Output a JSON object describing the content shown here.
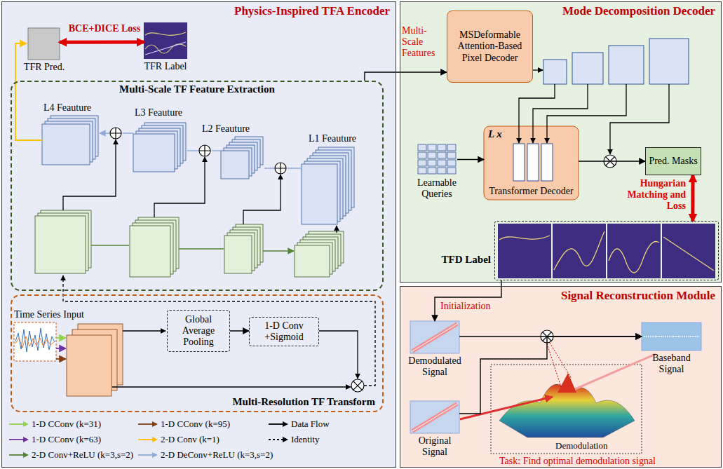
{
  "diagram": {
    "nodes": [
      {
        "text": [
          "Physics-Inspired TFA Encoder"
        ]
      },
      {
        "text": [
          "TFR Pred."
        ],
        "in": 0
      },
      {
        "text": [
          "TFR Label"
        ],
        "in": 0
      },
      {
        "text": [
          "Multi-Scale TF Feature Extraction"
        ],
        "in": 0
      },
      {
        "text": [
          "Multi-Resolution TF Transform"
        ],
        "in": 0
      },
      {
        "text": [
          "Time Series Input"
        ],
        "in": 4
      },
      {
        "text": [
          "Global Average Pooling"
        ],
        "in": 4
      },
      {
        "text": [
          "1-D Conv +Sigmoid"
        ],
        "in": 4
      },
      {
        "text": [
          "Mode Decomposition Decoder"
        ]
      },
      {
        "text": [
          "MSDeformable Attention-Based Pixel Decoder"
        ],
        "in": 8
      },
      {
        "text": [
          "Learnable Queries"
        ],
        "in": 8
      },
      {
        "text": [
          "L x",
          "Transformer Decoder"
        ],
        "in": 8
      },
      {
        "text": [
          "Pred. Masks"
        ],
        "in": 8
      },
      {
        "text": [
          "TFD Label"
        ],
        "in": 8
      },
      {
        "text": [
          "Signal Reconstruction Module"
        ]
      },
      {
        "text": [
          "Demodulated Signal"
        ],
        "in": 14
      },
      {
        "text": [
          "Original Signal"
        ],
        "in": 14
      },
      {
        "text": [
          "Baseband Signal"
        ],
        "in": 14
      }
    ],
    "edges": [
      {
        "from": 1,
        "to": 2,
        "arrow": "both",
        "label": "BCE+DICE Loss"
      },
      {
        "from": 6,
        "to": 7,
        "arrow": "to"
      },
      {
        "from": 3,
        "to": 9,
        "arrow": "to",
        "label": "Multi-Scale Features"
      },
      {
        "from": 10,
        "to": 11,
        "arrow": "to"
      },
      {
        "from": 11,
        "to": 12,
        "arrow": "to"
      },
      {
        "from": 12,
        "to": 13,
        "arrow": "both",
        "label": "Hungarian Matching and Loss"
      },
      {
        "from": 13,
        "to": 15,
        "arrow": "to",
        "label": "Initialization"
      },
      {
        "from": 15,
        "to": 17,
        "arrow": "to"
      },
      {
        "from": 16,
        "to": 17,
        "arrow": "to"
      }
    ],
    "labels": [
      "L4 Feauture",
      "L3 Feauture",
      "L2 Feauture",
      "L1 Feauture",
      "Demodulation",
      "Task: Find optimal demodulation signal"
    ],
    "legend": [
      {
        "text": "1-D CConv (k=31)"
      },
      {
        "text": "1-D CConv (k=95)"
      },
      {
        "text": "Data Flow"
      },
      {
        "text": "1-D CConv (k=63)"
      },
      {
        "text": "2-D Conv (k=1)"
      },
      {
        "text": "Identity"
      },
      {
        "text": "2-D Conv+ReLU (k=3,s=2)"
      },
      {
        "text": "2-D DeConv+ReLU (k=3,s=2)"
      }
    ]
  }
}
